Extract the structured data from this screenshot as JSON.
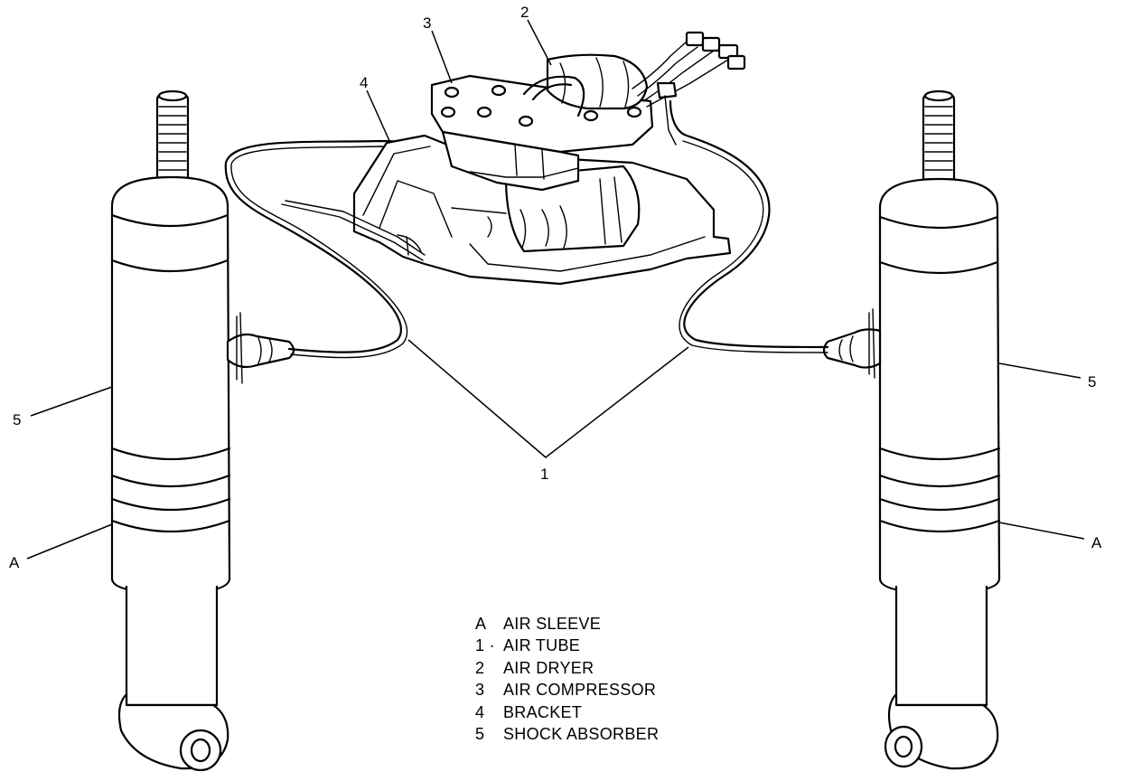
{
  "callouts": {
    "one": "1",
    "two": "2",
    "three": "3",
    "four": "4",
    "five_left": "5",
    "five_right": "5",
    "a_left": "A",
    "a_right": "A"
  },
  "legend": [
    {
      "key": "A",
      "label": "AIR SLEEVE"
    },
    {
      "key": "1 ·",
      "label": "AIR TUBE"
    },
    {
      "key": "2",
      "label": "AIR DRYER"
    },
    {
      "key": "3",
      "label": "AIR COMPRESSOR"
    },
    {
      "key": "4",
      "label": "BRACKET"
    },
    {
      "key": "5",
      "label": "SHOCK ABSORBER"
    }
  ]
}
